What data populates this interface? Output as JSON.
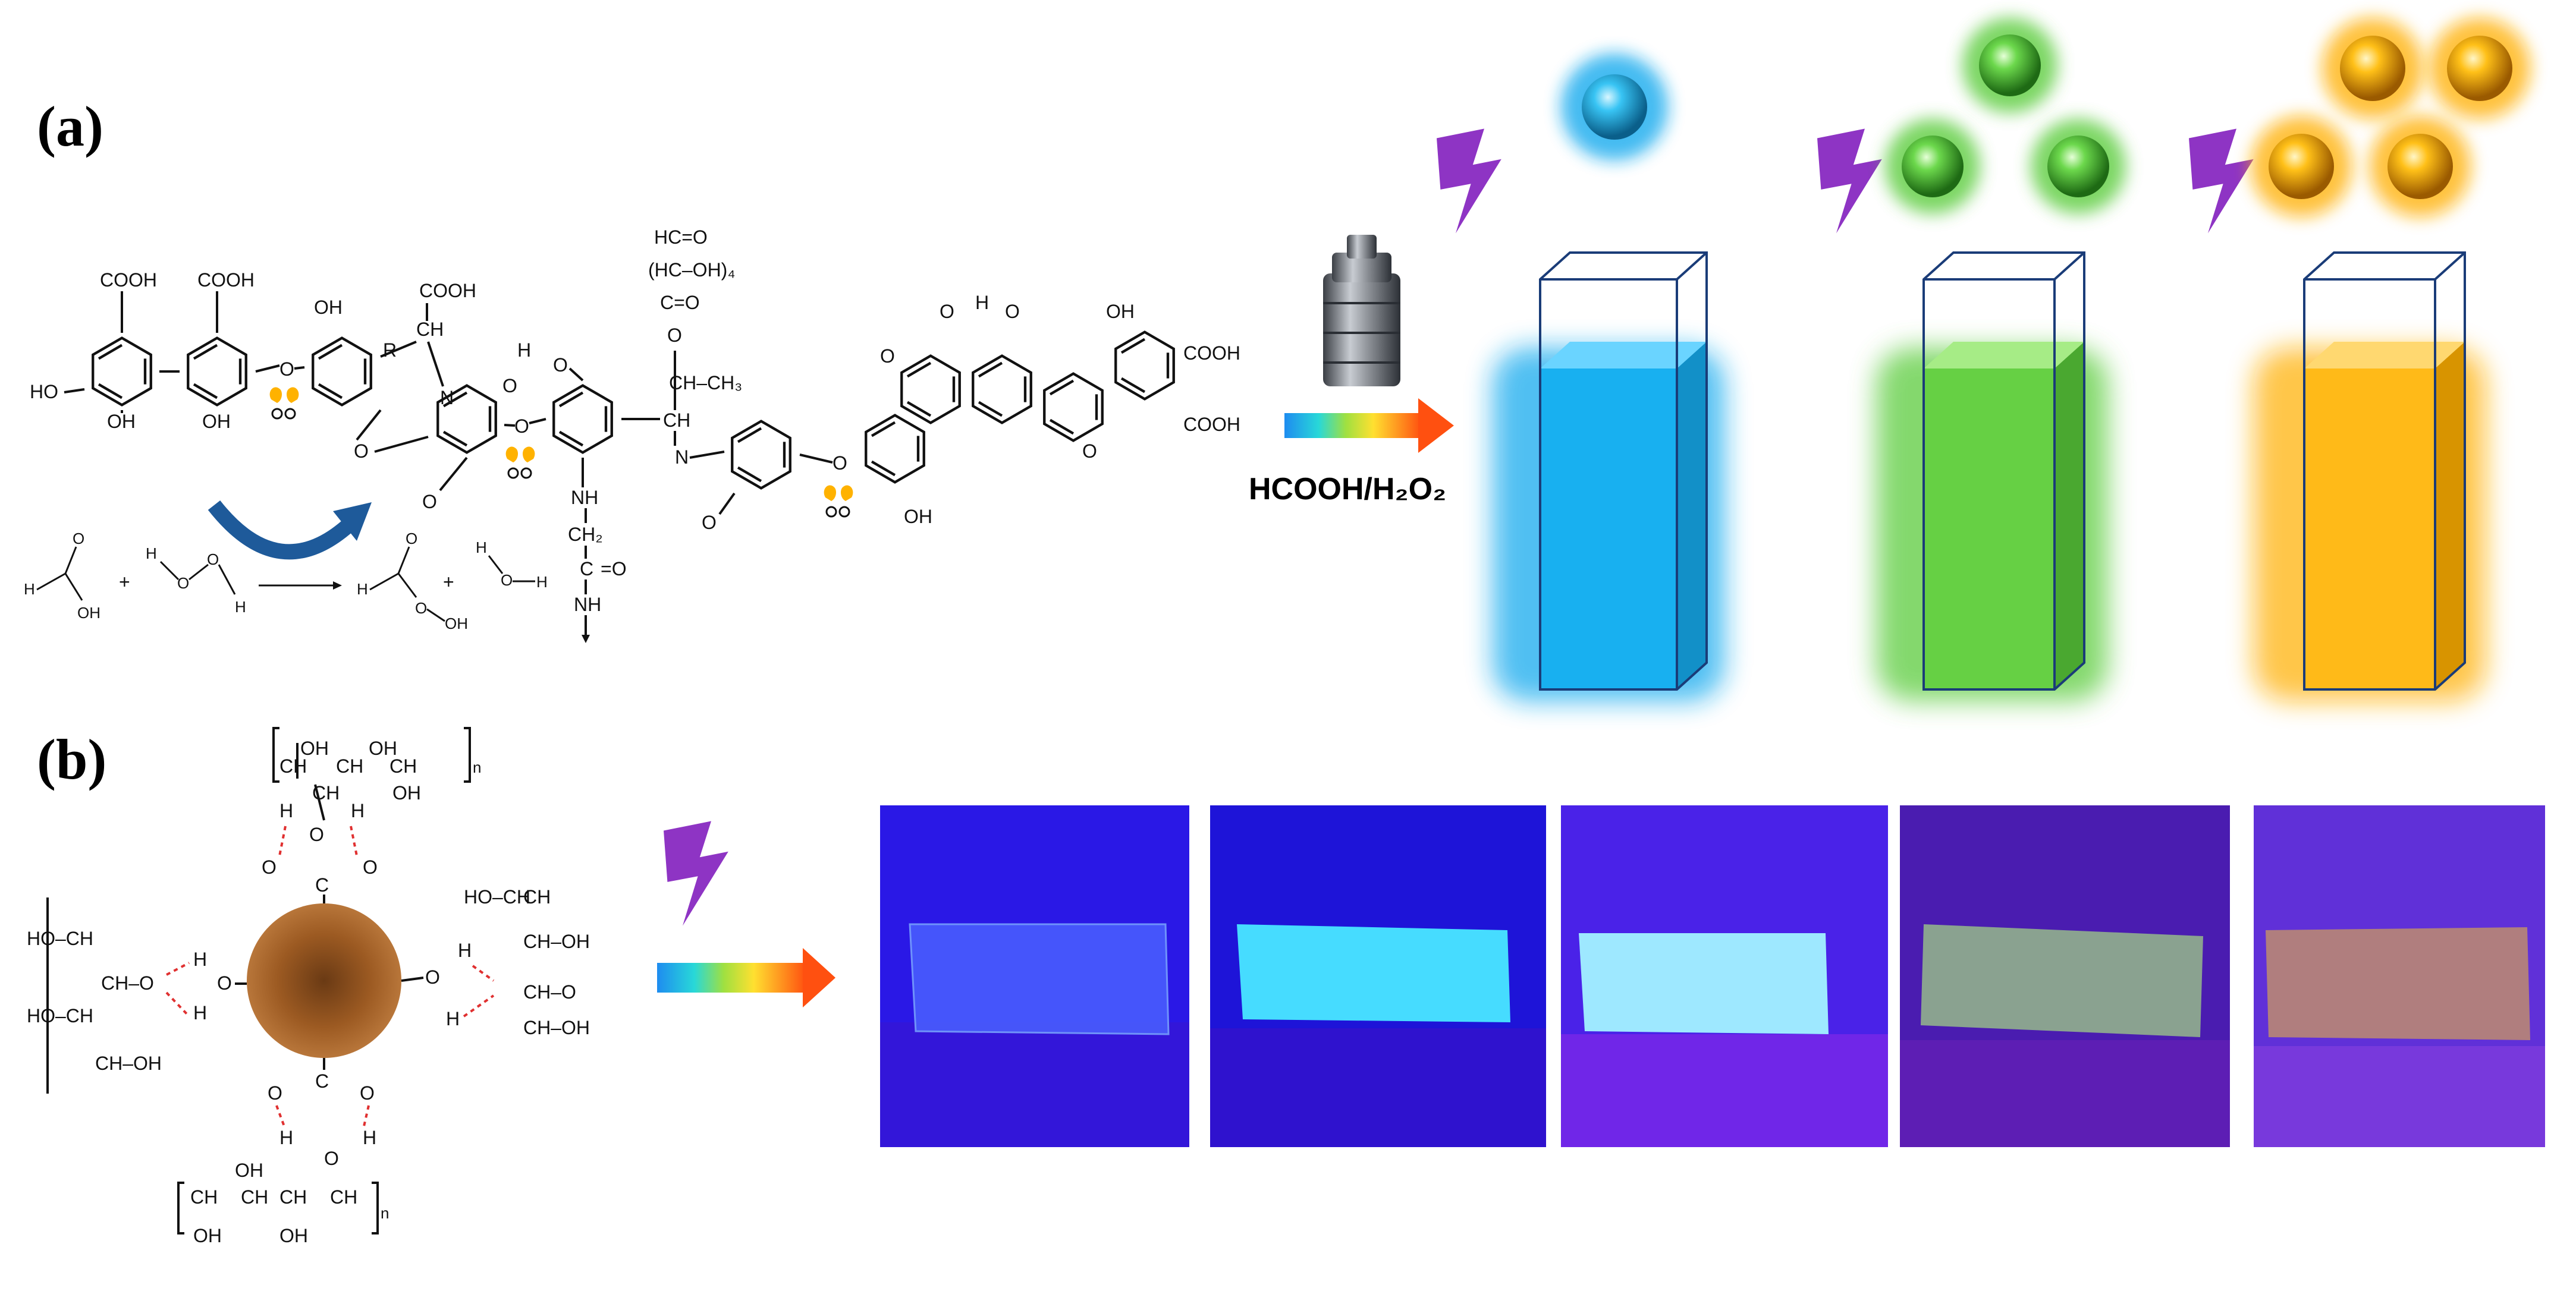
{
  "panel_a_label": "(a)",
  "panel_b_label": "(b)",
  "reaction_condition": "HCOOH/H₂O₂",
  "colors": {
    "cyan": "#16aaee",
    "green": "#5ccc3c",
    "orange": "#ffb310",
    "lightning": "#8e34c4",
    "center_particle": "#9c5a22",
    "uv_background": "#2d16e0"
  },
  "lignin_labels": {
    "cooh1": "COOH",
    "cooh2": "COOH",
    "cooh3": "COOH",
    "cooh4": "COOH",
    "cooh5": "COOH",
    "oh": "OH",
    "ho": "HO",
    "r": "R",
    "ch": "CH",
    "n": "N",
    "o": "O",
    "h": "H",
    "nh": "NH",
    "ch2": "CH₂",
    "c": "C",
    "hc": "HC",
    "hc_o": "HC=O",
    "hcoh4": "(HC–OH)₄",
    "c_o": "C=O",
    "ch_ch3": "CH–CH₃",
    "c_dbl": "=O"
  },
  "equation_labels": {
    "h": "H",
    "o": "O",
    "oh": "OH",
    "plus": "+"
  },
  "pva_labels": {
    "oh": "OH",
    "ho_ch": "HO–CH",
    "ch_oh": "CH–OH",
    "ch_o": "CH–O",
    "ch": "CH",
    "h": "H",
    "o": "O",
    "c": "C",
    "n": "n"
  },
  "films": [
    {
      "bg": "#2a18e6",
      "film": "#4a60ff"
    },
    {
      "bg": "#1e14d8",
      "film": "#46dcff"
    },
    {
      "bg": "#4a22e8",
      "film": "#9ee8ff"
    },
    {
      "bg": "#4a1cb0",
      "film": "#8aa290"
    },
    {
      "bg": "#6030d8",
      "film": "#b07e7e"
    }
  ]
}
